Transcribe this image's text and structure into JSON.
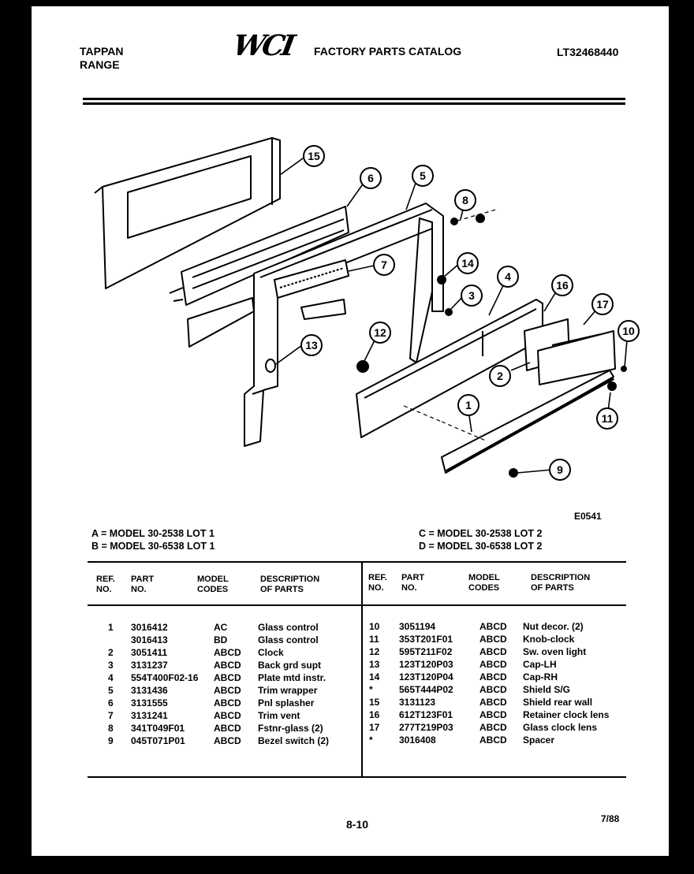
{
  "header": {
    "brand_line1": "TAPPAN",
    "brand_line2": "RANGE",
    "logo_text": "WCI",
    "catalog_title": "FACTORY PARTS CATALOG",
    "catalog_number": "LT32468440"
  },
  "diagram": {
    "id_code": "E0541",
    "callouts": [
      "15",
      "6",
      "5",
      "8",
      "7",
      "14",
      "3",
      "4",
      "16",
      "17",
      "13",
      "12",
      "2",
      "10",
      "1",
      "11",
      "9"
    ]
  },
  "models": {
    "a": "A = MODEL 30-2538 LOT 1",
    "b": "B = MODEL 30-6538 LOT 1",
    "c": "C = MODEL 30-2538 LOT 2",
    "d": "D = MODEL 30-6538 LOT 2"
  },
  "table": {
    "columns": [
      {
        "line1": "REF.",
        "line2": "NO."
      },
      {
        "line1": "PART",
        "line2": "NO."
      },
      {
        "line1": "MODEL",
        "line2": "CODES"
      },
      {
        "line1": "DESCRIPTION",
        "line2": "OF PARTS"
      }
    ],
    "left_rows": [
      {
        "ref": "1",
        "part": "3016412",
        "codes": "AC",
        "desc": "Glass control"
      },
      {
        "ref": "",
        "part": "3016413",
        "codes": "BD",
        "desc": "Glass control"
      },
      {
        "ref": "2",
        "part": "3051411",
        "codes": "ABCD",
        "desc": "Clock"
      },
      {
        "ref": "3",
        "part": "3131237",
        "codes": "ABCD",
        "desc": "Back grd supt"
      },
      {
        "ref": "4",
        "part": "554T400F02-16",
        "codes": "ABCD",
        "desc": "Plate mtd instr."
      },
      {
        "ref": "5",
        "part": "3131436",
        "codes": "ABCD",
        "desc": "Trim wrapper"
      },
      {
        "ref": "6",
        "part": "3131555",
        "codes": "ABCD",
        "desc": "Pnl splasher"
      },
      {
        "ref": "7",
        "part": "3131241",
        "codes": "ABCD",
        "desc": "Trim vent"
      },
      {
        "ref": "8",
        "part": "341T049F01",
        "codes": "ABCD",
        "desc": "Fstnr-glass (2)"
      },
      {
        "ref": "9",
        "part": "045T071P01",
        "codes": "ABCD",
        "desc": "Bezel switch (2)"
      }
    ],
    "right_rows": [
      {
        "ref": "10",
        "part": "3051194",
        "codes": "ABCD",
        "desc": "Nut decor. (2)"
      },
      {
        "ref": "11",
        "part": "353T201F01",
        "codes": "ABCD",
        "desc": "Knob-clock"
      },
      {
        "ref": "12",
        "part": "595T211F02",
        "codes": "ABCD",
        "desc": "Sw. oven light"
      },
      {
        "ref": "13",
        "part": "123T120P03",
        "codes": "ABCD",
        "desc": "Cap-LH"
      },
      {
        "ref": "14",
        "part": "123T120P04",
        "codes": "ABCD",
        "desc": "Cap-RH"
      },
      {
        "ref": "*",
        "part": "565T444P02",
        "codes": "ABCD",
        "desc": "Shield S/G"
      },
      {
        "ref": "15",
        "part": "3131123",
        "codes": "ABCD",
        "desc": "Shield rear wall"
      },
      {
        "ref": "16",
        "part": "612T123F01",
        "codes": "ABCD",
        "desc": "Retainer clock lens"
      },
      {
        "ref": "17",
        "part": "277T219P03",
        "codes": "ABCD",
        "desc": "Glass clock lens"
      },
      {
        "ref": "*",
        "part": "3016408",
        "codes": "ABCD",
        "desc": "Spacer"
      }
    ]
  },
  "footer": {
    "page": "8-10",
    "date": "7/88"
  }
}
